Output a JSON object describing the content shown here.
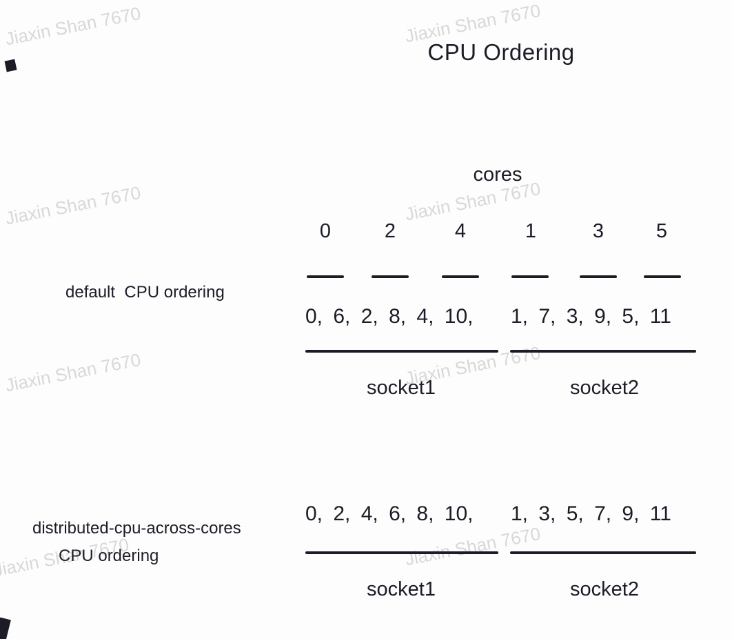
{
  "title": "CPU Ordering",
  "watermark_text": "Jiaxin Shan 7670",
  "cores": {
    "label": "cores",
    "numbers": [
      "0",
      "2",
      "4",
      "1",
      "3",
      "5"
    ]
  },
  "default_ordering": {
    "row_label": "default  CPU ordering",
    "socket1_cpus": "0, 6, 2, 8, 4, 10,",
    "socket2_cpus": "1, 7, 3, 9, 5, 11",
    "socket1_label": "socket1",
    "socket2_label": "socket2"
  },
  "distributed_ordering": {
    "row_label_line1": "distributed-cpu-across-cores",
    "row_label_line2": "CPU ordering",
    "socket1_cpus": "0, 2, 4, 6, 8, 10,",
    "socket2_cpus": "1, 3, 5, 7, 9, 11",
    "socket1_label": "socket1",
    "socket2_label": "socket2"
  },
  "colors": {
    "ink": "#1c1c26",
    "watermark": "#d8d8d8",
    "background": "#fdfdfd"
  }
}
